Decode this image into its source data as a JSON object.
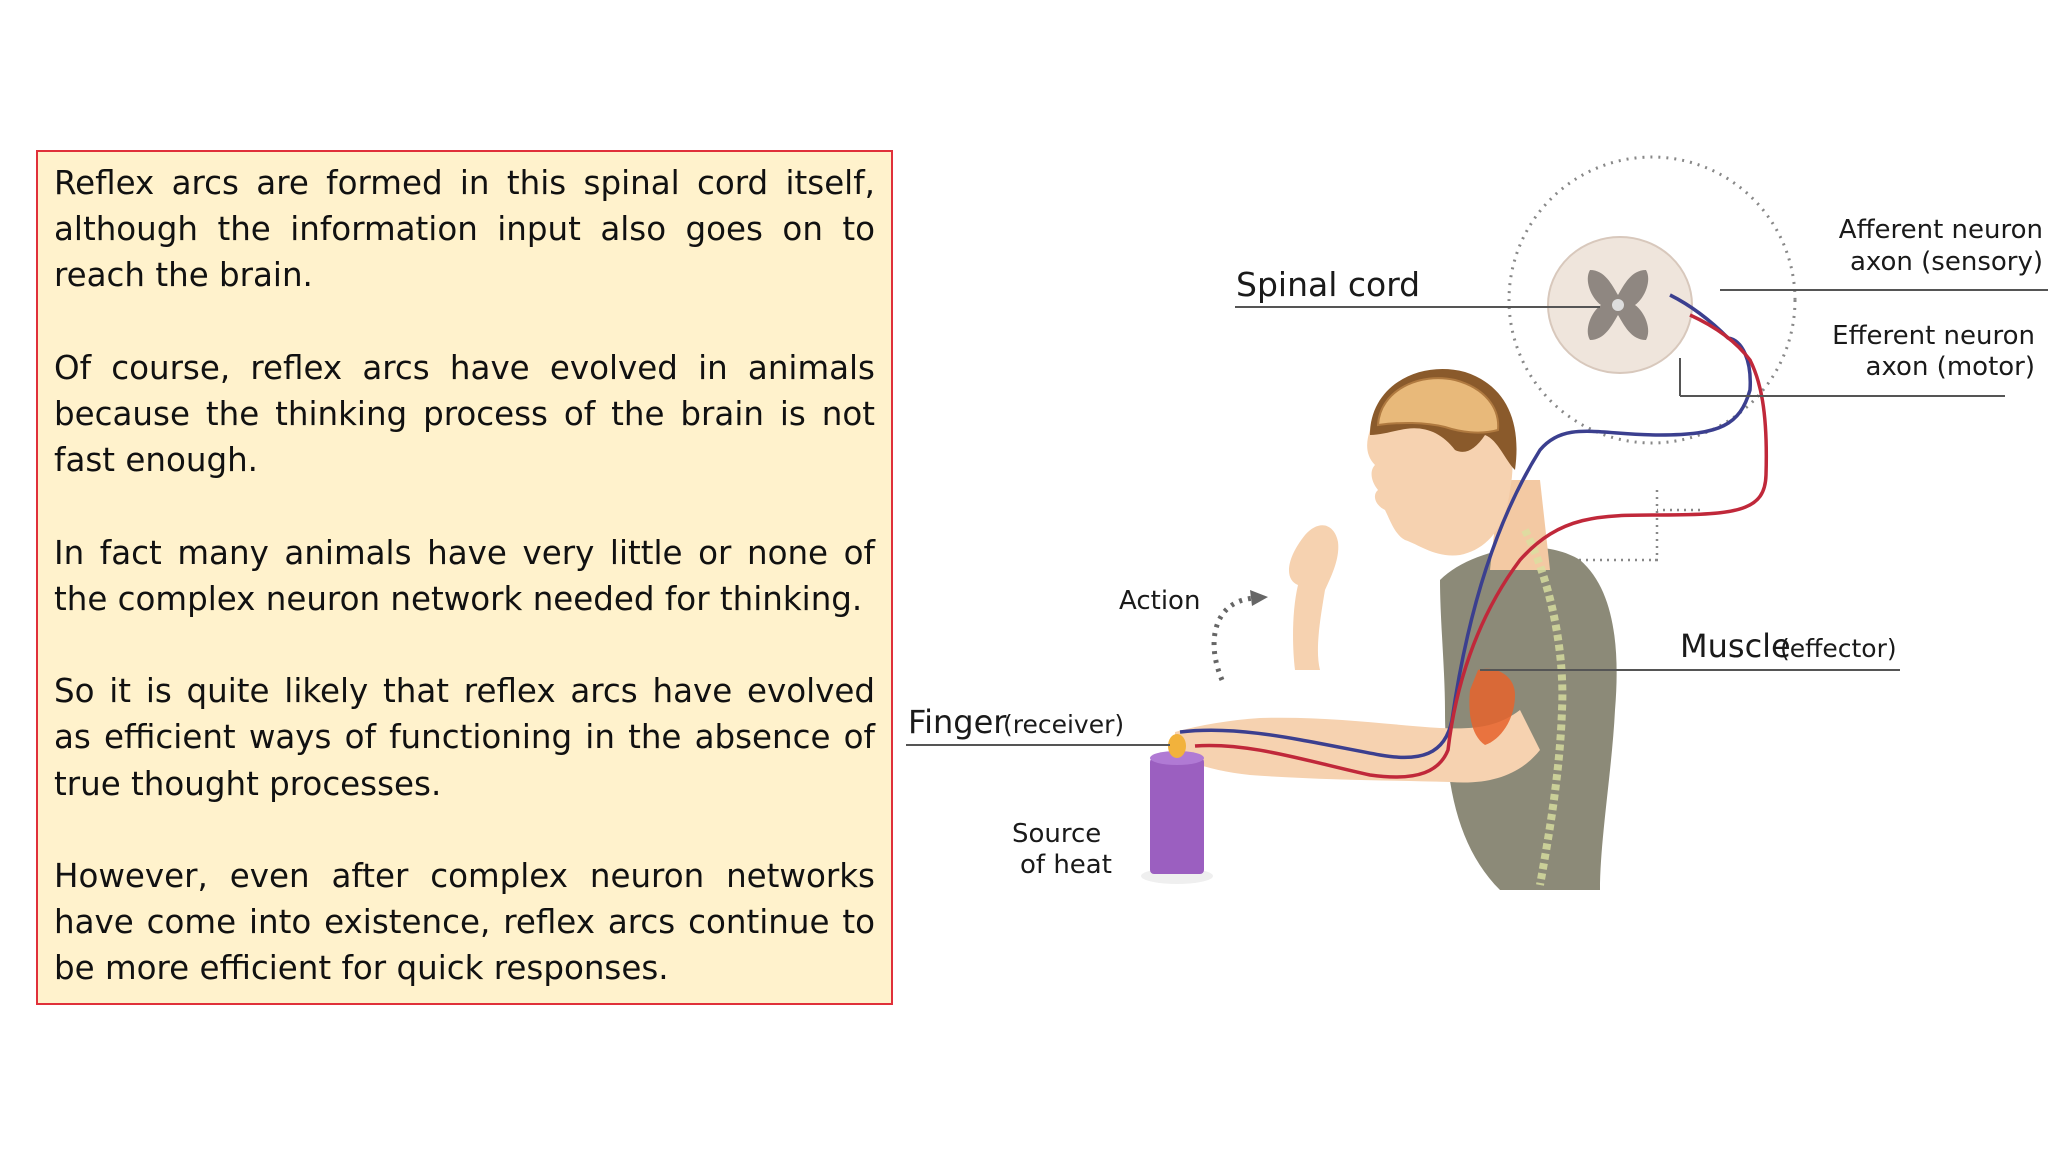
{
  "paragraphs": [
    "Reflex arcs are formed in this spinal cord itself, although the information input also goes on to reach the brain.",
    "Of course, reflex arcs have evolved in animals because the thinking process of the brain is not fast enough.",
    "In fact many animals have very little or none of the complex neuron network needed for thinking.",
    "So it is quite likely that reflex arcs have evolved as efficient ways of functioning in the absence of true thought processes.",
    "However, even after complex neuron networks have come into existence, reflex arcs continue to be more efficient for quick responses."
  ],
  "diagram": {
    "labels": {
      "spinal_cord": "Spinal cord",
      "afferent_1": "Afferent neuron",
      "afferent_2": "axon (sensory)",
      "efferent_1": "Efferent neuron",
      "efferent_2": "axon (motor)",
      "action": "Action",
      "muscle": "Muscle",
      "muscle_sub": "(effector)",
      "finger": "Finger",
      "finger_sub": "(receiver)",
      "source_1": "Source",
      "source_2": "of heat"
    },
    "colors": {
      "sensory_neuron": "#3b3f8f",
      "motor_neuron": "#c0283a",
      "candle": "#9b5fc0",
      "skin": "#f6d2b0",
      "shirt": "#8c8a78",
      "hair": "#8a5a2b"
    }
  }
}
